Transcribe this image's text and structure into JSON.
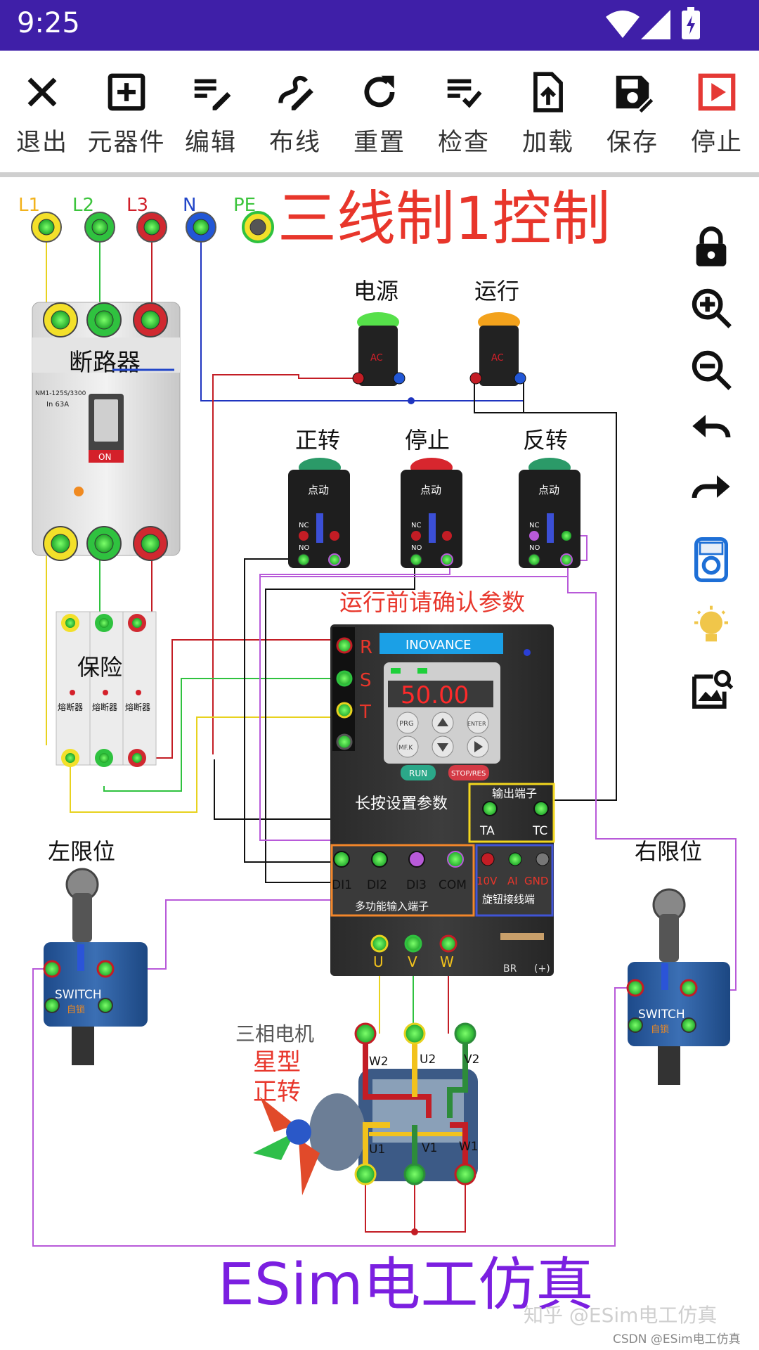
{
  "status": {
    "time": "9:25"
  },
  "toolbar": [
    {
      "id": "exit",
      "label": "退出",
      "icon": "close-icon"
    },
    {
      "id": "components",
      "label": "元器件",
      "icon": "add-box-icon"
    },
    {
      "id": "edit",
      "label": "编辑",
      "icon": "edit-list-icon"
    },
    {
      "id": "wiring",
      "label": "布线",
      "icon": "draw-icon"
    },
    {
      "id": "reset",
      "label": "重置",
      "icon": "refresh-icon"
    },
    {
      "id": "check",
      "label": "检查",
      "icon": "checklist-icon"
    },
    {
      "id": "load",
      "label": "加载",
      "icon": "upload-file-icon"
    },
    {
      "id": "save",
      "label": "保存",
      "icon": "save-icon"
    },
    {
      "id": "stop",
      "label": "停止",
      "icon": "stop-icon"
    }
  ],
  "diagram": {
    "title": "三线制1控制",
    "phase_labels": [
      "L1",
      "L2",
      "L3",
      "N",
      "PE"
    ],
    "breaker_label": "断路器",
    "breaker_model": "NM1-125S/3300",
    "breaker_rating": "In 63A",
    "breaker_on": "ON",
    "fuse_label": "保险",
    "fuse_unit": "熔断器",
    "lamp_power": "电源",
    "lamp_run": "运行",
    "lamp_badge": "AC",
    "btn_forward": "正转",
    "btn_stop": "停止",
    "btn_reverse": "反转",
    "btn_badge": "点动",
    "nc": "NC",
    "no": "NO",
    "warning": "运行前请确认参数",
    "inverter_brand": "INOVANCE",
    "display_value": "50.00",
    "keys": [
      "PRG",
      "ENTER",
      "MF.K",
      "RUN",
      "STOP/RES"
    ],
    "rst": [
      "R",
      "S",
      "T"
    ],
    "long_press": "长按设置参数",
    "output_title": "输出端子",
    "output_terms": [
      "TA",
      "TC"
    ],
    "input_terms": [
      "DI1",
      "DI2",
      "DI3",
      "COM"
    ],
    "input_title": "多功能输入端子",
    "knob_terms": [
      "10V",
      "AI",
      "GND"
    ],
    "knob_title": "旋钮接线端",
    "uvw": [
      "U",
      "V",
      "W"
    ],
    "br_terms": [
      "BR",
      "(+)"
    ],
    "limit_left": "左限位",
    "limit_right": "右限位",
    "switch_text": "SWITCH",
    "switch_sub": "自锁",
    "motor_title": "三相电机",
    "motor_mode": "星型",
    "motor_dir": "正转",
    "motor_top": [
      "W2",
      "U2",
      "V2"
    ],
    "motor_bottom": [
      "U1",
      "V1",
      "W1"
    ],
    "brand_footer": "ESim电工仿真",
    "watermark": "知乎 @ESim电工仿真",
    "credit": "CSDN @ESim电工仿真"
  },
  "side_tools": [
    "lock-icon",
    "zoom-in-icon",
    "zoom-out-icon",
    "undo-icon",
    "redo-icon",
    "multimeter-icon",
    "hint-bulb-icon",
    "image-search-icon"
  ],
  "colors": {
    "statusbar": "#3F1FA8",
    "title_red": "#E8362B",
    "footer_purple": "#7B1FE0",
    "stop_icon": "#E53935"
  }
}
